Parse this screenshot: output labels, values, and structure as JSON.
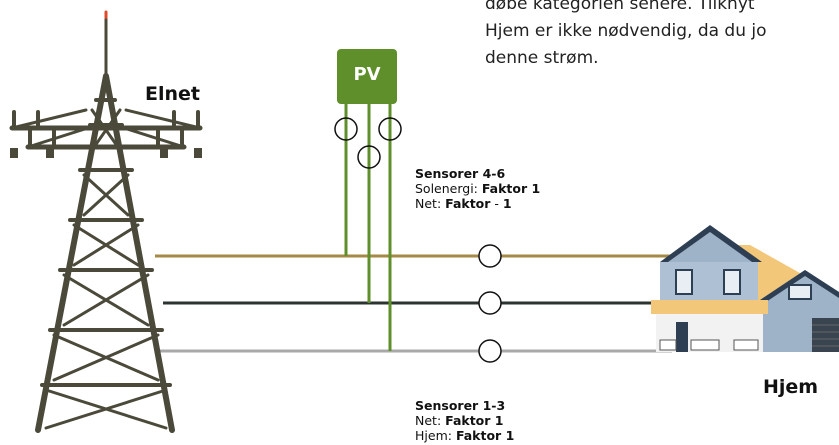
{
  "description": {
    "line1": "døbe kategorien senere. Tilknyt",
    "line2": "Hjem er ikke nødvendig, da du jo",
    "line3": "denne strøm."
  },
  "labels": {
    "grid": "Elnet",
    "home": "Hjem",
    "pv": "PV"
  },
  "sensors_top": {
    "title": "Sensorer 4-6",
    "solar_prefix": "Solenergi: ",
    "solar_factor": "Faktor 1",
    "net_prefix": "Net: ",
    "net_factor": "Faktor",
    "net_sep": " - ",
    "net_value": "1"
  },
  "sensors_bottom": {
    "title": "Sensorer 1-3",
    "net_prefix": "Net: ",
    "net_factor": "Faktor 1",
    "home_prefix": "Hjem: ",
    "home_factor": "Faktor 1"
  },
  "colors": {
    "line_phase1": "#a48a45",
    "line_phase2": "#2b3430",
    "line_phase3": "#a9a9a9",
    "pv_green": "#5e8f2a",
    "tower": "#4b4a3a"
  }
}
